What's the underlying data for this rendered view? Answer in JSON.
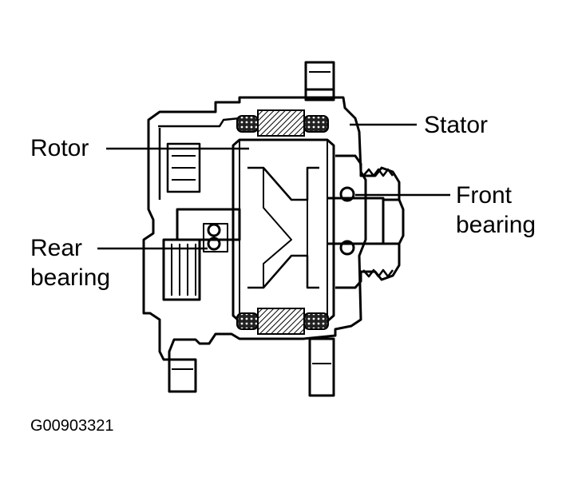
{
  "labels": {
    "stator": "Stator",
    "rotor": "Rotor",
    "front_bearing": [
      "Front",
      "bearing"
    ],
    "rear_bearing": [
      "Rear",
      "bearing"
    ]
  },
  "figure_code": "G00903321",
  "colors": {
    "ink": "#000000",
    "paper": "#ffffff",
    "hatch": "#3a3a3a"
  }
}
